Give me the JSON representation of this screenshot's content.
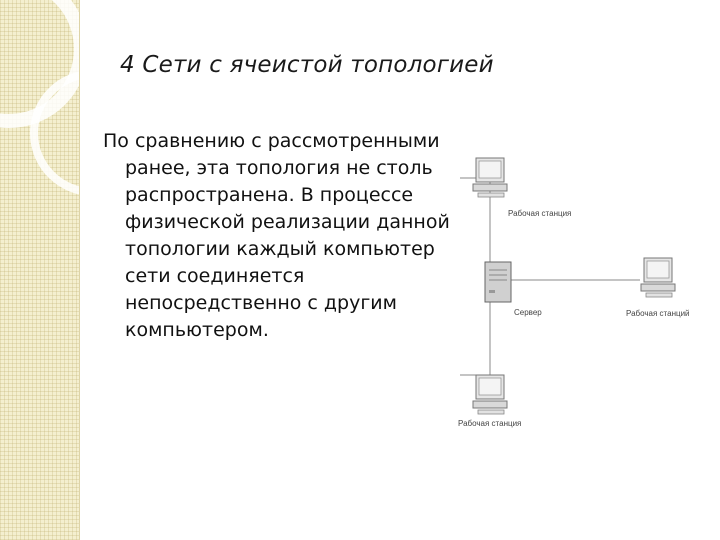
{
  "slide": {
    "title": "4 Сети с ячеистой топологией",
    "body": "По сравнению с рассмотренными ранее, эта топология не столь распространена. В процессе физической реализации данной топологии каждый компьютер сети соединяется непосредственно с другим компьютером."
  },
  "diagram": {
    "workstation_top_label": "Рабочая станция",
    "server_label": "Сервер",
    "workstation_right_label": "Рабочая станций",
    "workstation_bottom_label": "Рабочая станция"
  },
  "icons": [
    "workstation-icon",
    "server-icon"
  ]
}
